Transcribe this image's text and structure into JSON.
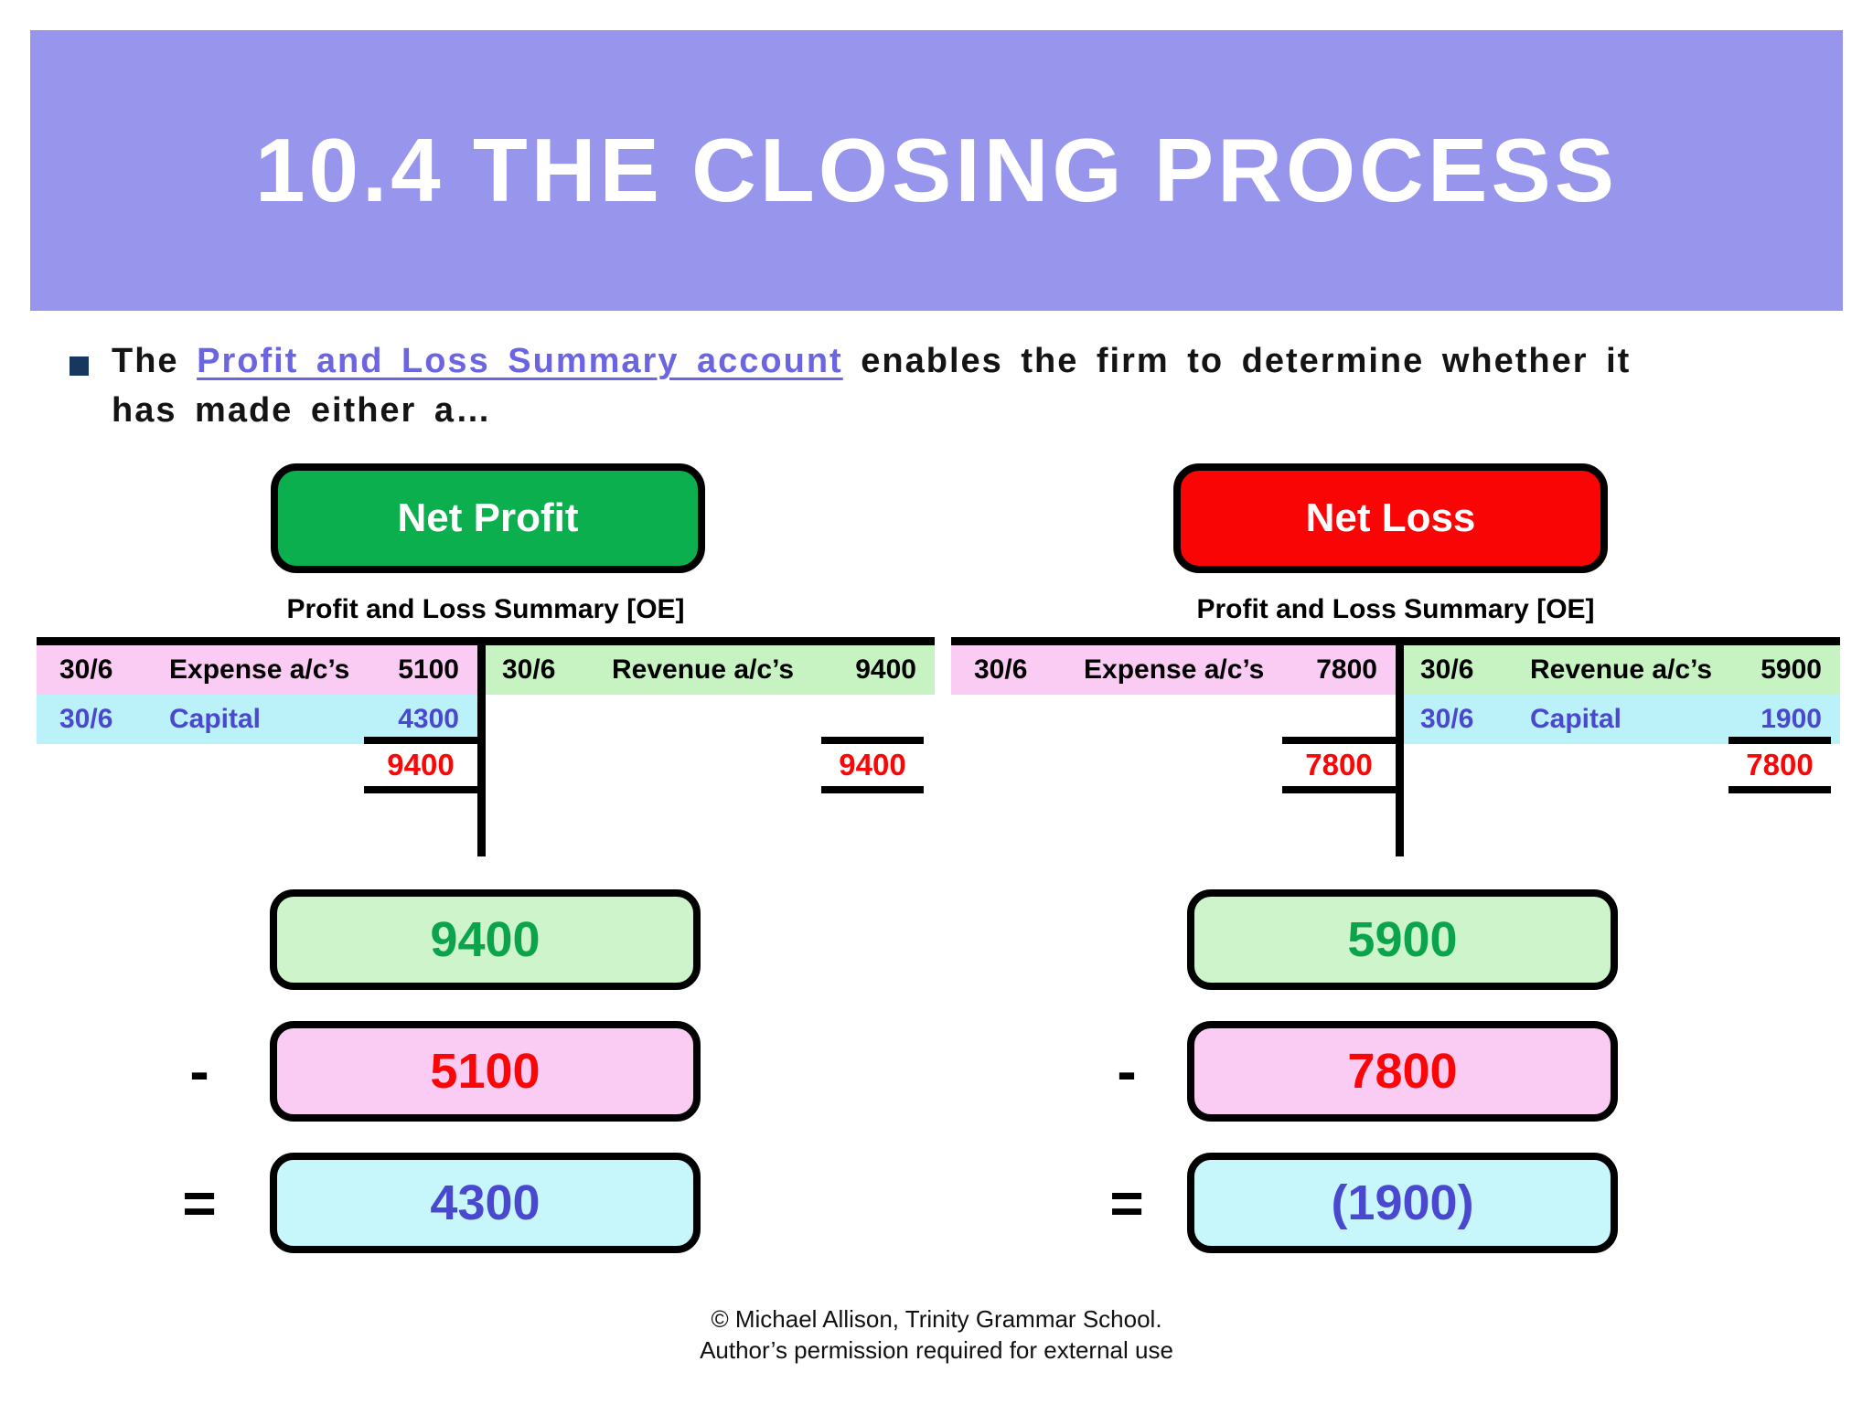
{
  "slide": {
    "title": "10.4 THE CLOSING PROCESS",
    "bullet": {
      "prefix": "The ",
      "link_text": "Profit and Loss Summary account",
      "suffix": " enables the firm to determine whether it",
      "line2": "has made either a…"
    },
    "footer_line1": "© Michael Allison, Trinity Grammar School.",
    "footer_line2": "Author’s permission required for external use"
  },
  "colors": {
    "header_band": "#9895ec",
    "link": "#6b65e2",
    "bullet_square": "#17375e",
    "net_profit_green": "#0caf4d",
    "net_loss_red": "#f90505",
    "debit_pink": "#facbf3",
    "credit_green": "#c7f2c2",
    "capital_cyan": "#bbf1f8",
    "calc_green_bg": "#cdf4ca",
    "calc_pink_bg": "#facbf3",
    "calc_cyan_bg": "#c8f7fb",
    "amount_red": "#fb0506",
    "amount_green": "#0ba44d",
    "amount_blue": "#4b48d0"
  },
  "accounts": {
    "left": {
      "outcome_label": "Net Profit",
      "title": "Profit and Loss Summary [OE]",
      "debit_rows": [
        {
          "date": "30/6",
          "label": "Expense a/c’s",
          "amount": "5100"
        },
        {
          "date": "30/6",
          "label": "Capital",
          "amount": "4300"
        }
      ],
      "credit_rows": [
        {
          "date": "30/6",
          "label": "Revenue a/c’s",
          "amount": "9400"
        }
      ],
      "debit_total": "9400",
      "credit_total": "9400",
      "calc": {
        "revenue": "9400",
        "minus": "-",
        "expenses": "5100",
        "equals": "=",
        "result": "4300"
      }
    },
    "right": {
      "outcome_label": "Net Loss",
      "title": "Profit and Loss Summary [OE]",
      "debit_rows": [
        {
          "date": "30/6",
          "label": "Expense a/c’s",
          "amount": "7800"
        }
      ],
      "credit_rows": [
        {
          "date": "30/6",
          "label": "Revenue a/c’s",
          "amount": "5900"
        },
        {
          "date": "30/6",
          "label": "Capital",
          "amount": "1900"
        }
      ],
      "debit_total": "7800",
      "credit_total": "7800",
      "calc": {
        "revenue": "5900",
        "minus": "-",
        "expenses": "7800",
        "equals": "=",
        "result": "(1900)"
      }
    }
  }
}
